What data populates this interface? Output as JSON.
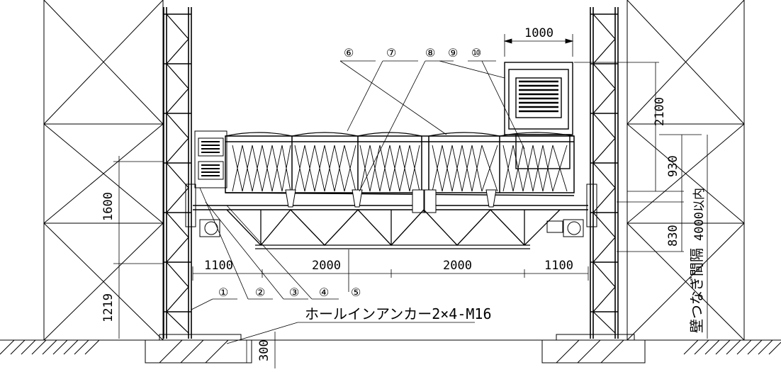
{
  "drawing": {
    "markers": [
      "①",
      "②",
      "③",
      "④",
      "⑤",
      "⑥",
      "⑦",
      "⑧",
      "⑨",
      "⑩"
    ],
    "anchor_label": "ホールインアンカー2×4-M16",
    "wall_tie_label": "壁つなぎ間隔",
    "dimensions": {
      "top_width": "1000",
      "h_2100": "2100",
      "h_930": "930",
      "h_830": "830",
      "h_4000": "4000以内",
      "left_1600": "1600",
      "left_1219": "1219",
      "base_300": "300",
      "span_1100_left": "1100",
      "span_2000_a": "2000",
      "span_2000_b": "2000",
      "span_1100_right": "1100"
    }
  }
}
